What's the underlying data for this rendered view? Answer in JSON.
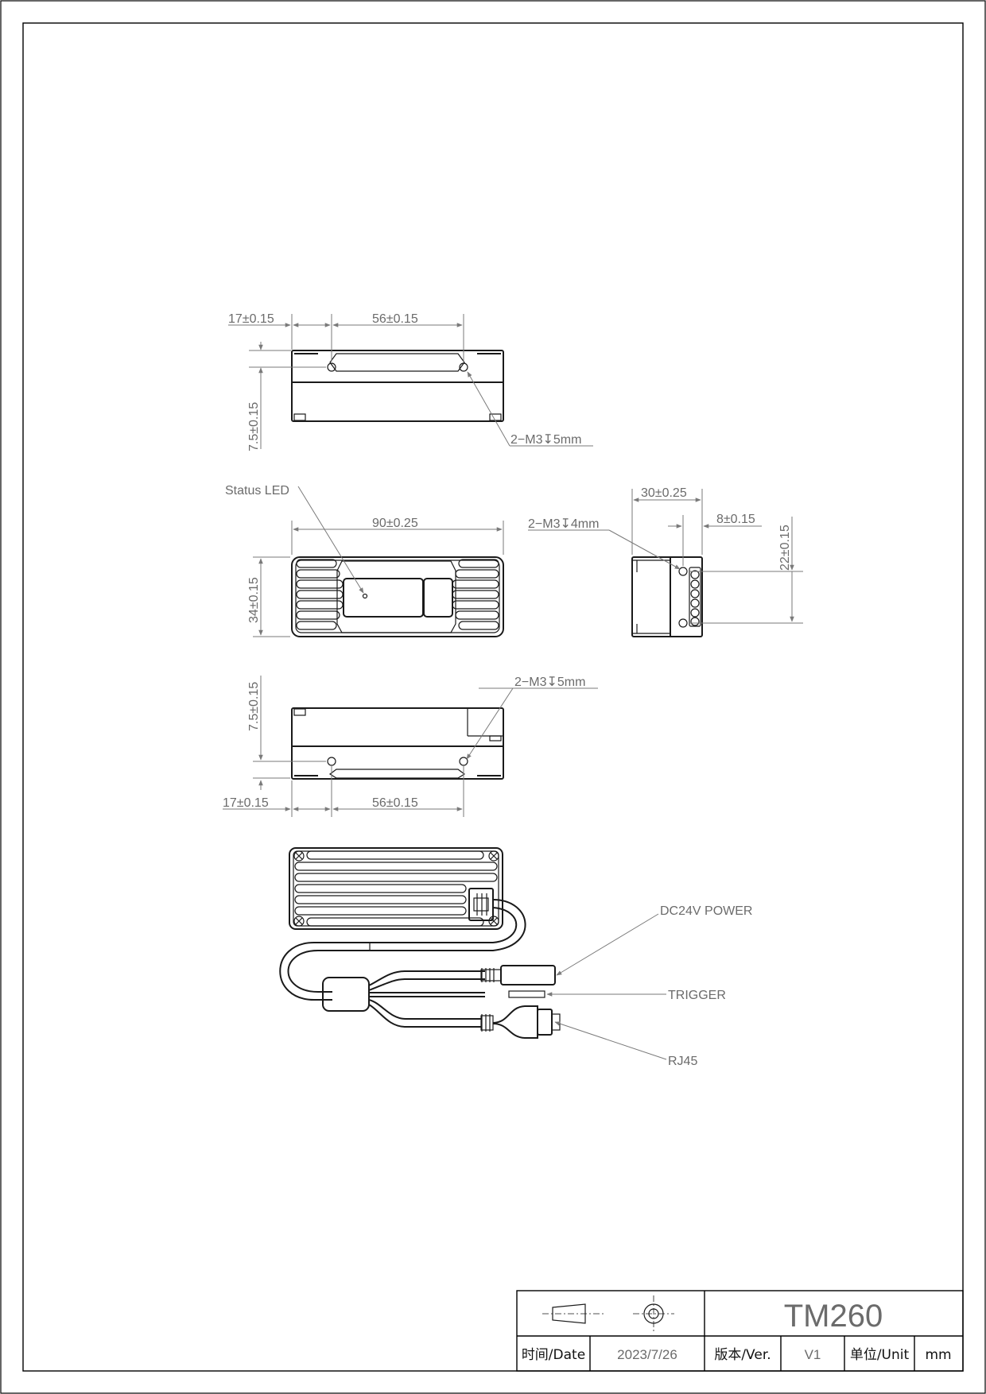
{
  "views": {
    "top": {
      "dim_left": "17±0.15",
      "dim_spacing": "56±0.15",
      "dim_height": "7.5±0.15",
      "hole_callout": "2−M3↧5mm"
    },
    "front": {
      "status_led_label": "Status LED",
      "dim_length": "90±0.25",
      "dim_height": "34±0.15"
    },
    "side": {
      "dim_width": "30±0.25",
      "dim_offset": "8±0.15",
      "dim_hole_spacing": "22±0.15",
      "hole_callout": "2−M3↧4mm"
    },
    "bottom": {
      "hole_callout": "2−M3↧5mm",
      "dim_height": "7.5±0.15",
      "dim_left": "17±0.15",
      "dim_spacing": "56±0.15"
    },
    "iso": {
      "power_label": "DC24V POWER",
      "trigger_label": "TRIGGER",
      "rj45_label": "RJ45"
    }
  },
  "title_block": {
    "model": "TM260",
    "date_label": "时间/Date",
    "date_value": "2023/7/26",
    "version_label": "版本/Ver.",
    "version_value": "V1",
    "unit_label": "单位/Unit",
    "unit_value": "mm",
    "symbols": [
      "first-angle-projection-cone-icon",
      "first-angle-projection-circle-icon"
    ]
  }
}
